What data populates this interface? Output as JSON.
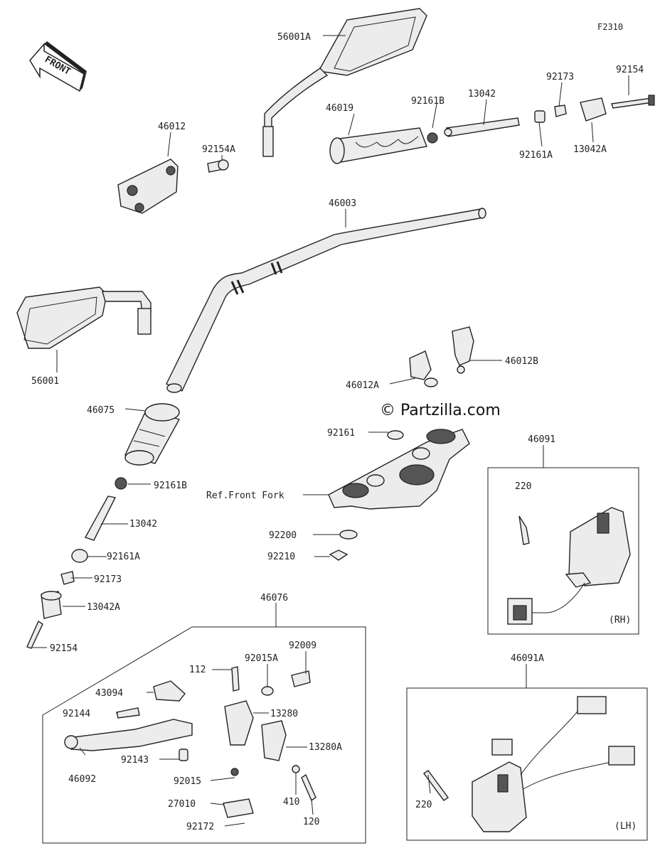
{
  "figure_code": "F2310",
  "front_label": "FRONT",
  "watermark": "© Partzilla.com",
  "ref_label": "Ref.Front Fork",
  "parts": [
    {
      "id": "p56001A",
      "label": "56001A"
    },
    {
      "id": "p46019",
      "label": "46019"
    },
    {
      "id": "p92161B",
      "label": "92161B"
    },
    {
      "id": "p13042",
      "label": "13042"
    },
    {
      "id": "p92173",
      "label": "92173"
    },
    {
      "id": "p92154",
      "label": "92154"
    },
    {
      "id": "p92161A",
      "label": "92161A"
    },
    {
      "id": "p13042A",
      "label": "13042A"
    },
    {
      "id": "p46012",
      "label": "46012"
    },
    {
      "id": "p92154A",
      "label": "92154A"
    },
    {
      "id": "p46003",
      "label": "46003"
    },
    {
      "id": "p56001",
      "label": "56001"
    },
    {
      "id": "p46012B",
      "label": "46012B"
    },
    {
      "id": "p46012A",
      "label": "46012A"
    },
    {
      "id": "p46075",
      "label": "46075"
    },
    {
      "id": "p92161",
      "label": "92161"
    },
    {
      "id": "p46091",
      "label": "46091"
    },
    {
      "id": "p220",
      "label": "220"
    },
    {
      "id": "p92161B2",
      "label": "92161B"
    },
    {
      "id": "p13042b",
      "label": "13042"
    },
    {
      "id": "p92200",
      "label": "92200"
    },
    {
      "id": "p92161A2",
      "label": "92161A"
    },
    {
      "id": "p92210",
      "label": "92210"
    },
    {
      "id": "p92173b",
      "label": "92173"
    },
    {
      "id": "pRH",
      "label": "(RH)"
    },
    {
      "id": "p13042A2",
      "label": "13042A"
    },
    {
      "id": "p46076",
      "label": "46076"
    },
    {
      "id": "p92154b",
      "label": "92154"
    },
    {
      "id": "p92009",
      "label": "92009"
    },
    {
      "id": "p112",
      "label": "112"
    },
    {
      "id": "p92015A",
      "label": "92015A"
    },
    {
      "id": "p43094",
      "label": "43094"
    },
    {
      "id": "p46091A",
      "label": "46091A"
    },
    {
      "id": "p13280",
      "label": "13280"
    },
    {
      "id": "p92144",
      "label": "92144"
    },
    {
      "id": "p13280A",
      "label": "13280A"
    },
    {
      "id": "p92143",
      "label": "92143"
    },
    {
      "id": "p46092",
      "label": "46092"
    },
    {
      "id": "p92015",
      "label": "92015"
    },
    {
      "id": "p410",
      "label": "410"
    },
    {
      "id": "p220b",
      "label": "220"
    },
    {
      "id": "p27010",
      "label": "27010"
    },
    {
      "id": "p120",
      "label": "120"
    },
    {
      "id": "p92172",
      "label": "92172"
    },
    {
      "id": "pLH",
      "label": "(LH)"
    }
  ]
}
